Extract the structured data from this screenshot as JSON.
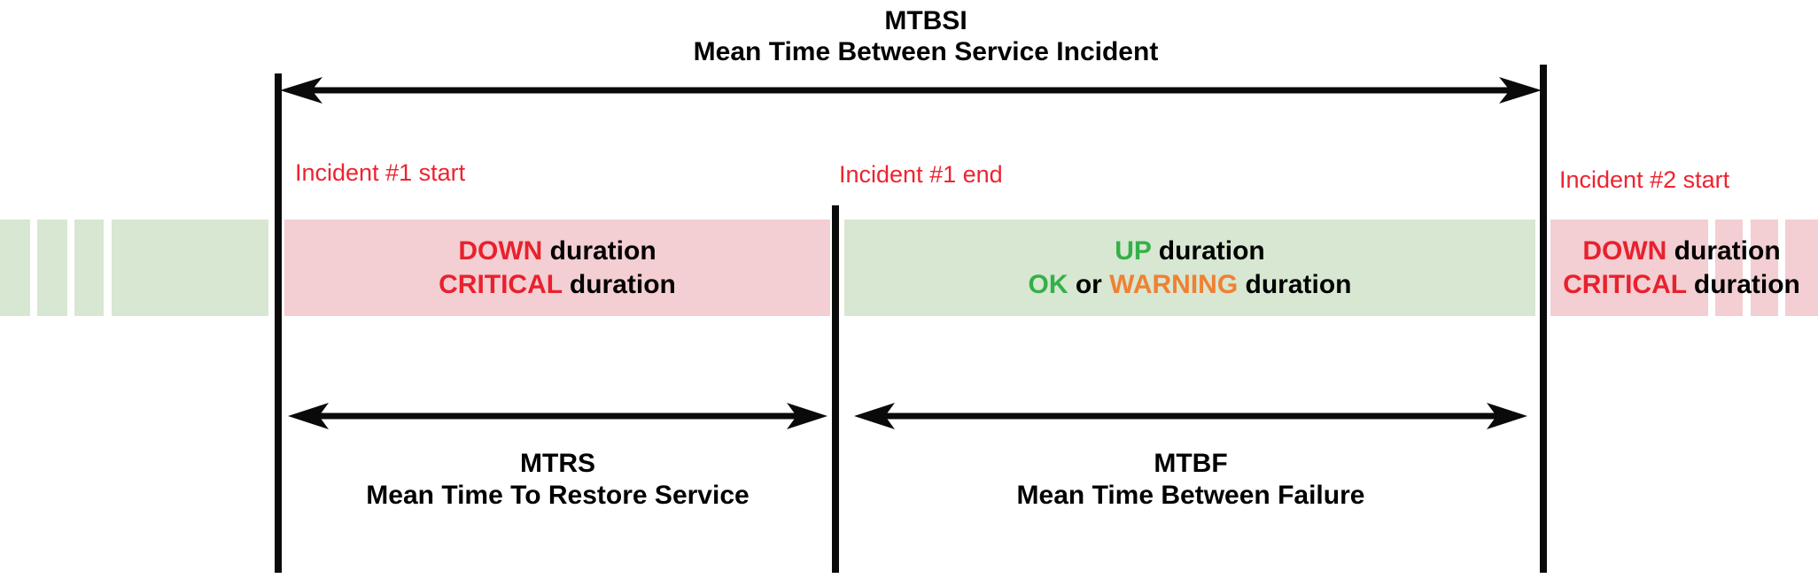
{
  "title": {
    "abbr": "MTBSI",
    "full": "Mean Time Between Service Incident"
  },
  "incidents": {
    "incident1_start": "Incident #1 start",
    "incident1_end": "Incident #1 end",
    "incident2_start": "Incident #2 start"
  },
  "down_bar_1": {
    "line1": {
      "em": "DOWN",
      "rest": " duration"
    },
    "line2": {
      "em": "CRITICAL",
      "rest": " duration"
    }
  },
  "up_bar": {
    "line1": {
      "em": "UP",
      "rest": " duration"
    },
    "line2": {
      "em1": "OK",
      "mid": " or ",
      "em2": "WARNING",
      "rest": " duration"
    }
  },
  "down_bar_2": {
    "line1": {
      "em": "DOWN",
      "rest": " duration"
    },
    "line2": {
      "em": "CRITICAL",
      "rest": " duration"
    }
  },
  "mtrs": {
    "abbr": "MTRS",
    "full": "Mean Time To Restore Service"
  },
  "mtbf": {
    "abbr": "MTBF",
    "full": "Mean Time Between Failure"
  },
  "colors": {
    "pink_bar": "#f3ced2",
    "green_bar": "#d7e7d1",
    "red_text": "#e8212e",
    "green_text": "#34b04a",
    "orange_text": "#f08033",
    "incident_label_red": "#ed2330",
    "line_black": "#0a0a0a"
  }
}
